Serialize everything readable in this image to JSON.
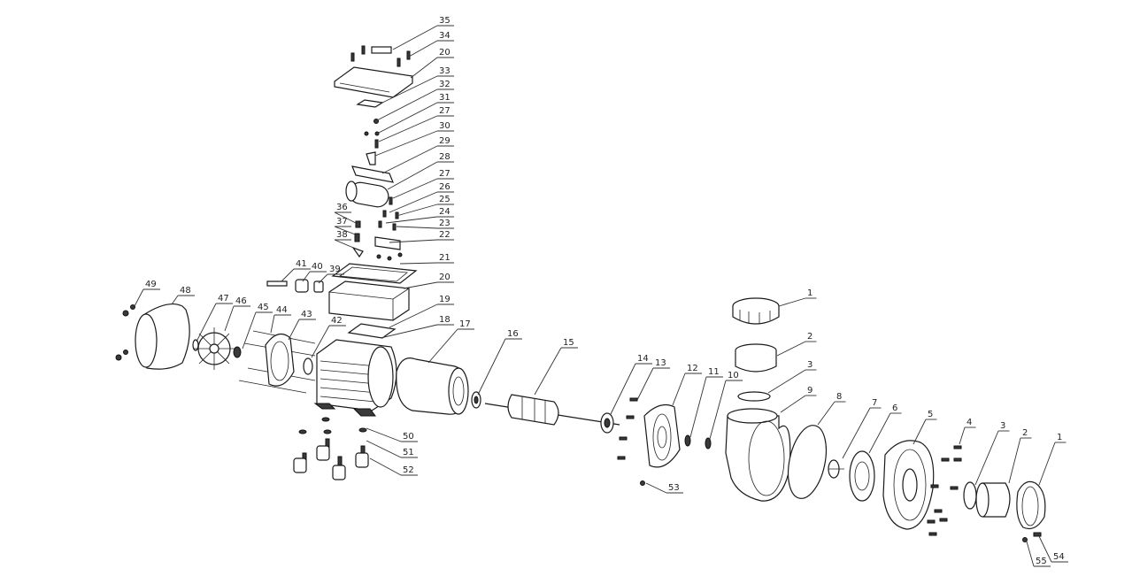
{
  "diagram": {
    "callouts": [
      "35",
      "34",
      "20",
      "33",
      "32",
      "31",
      "27",
      "30",
      "29",
      "28",
      "27",
      "26",
      "25",
      "24",
      "23",
      "22",
      "21",
      "20",
      "19",
      "18",
      "36",
      "37",
      "38",
      "41",
      "40",
      "39",
      "49",
      "48",
      "47",
      "46",
      "45",
      "44",
      "43",
      "42",
      "17",
      "16",
      "15",
      "14",
      "13",
      "12",
      "11",
      "10",
      "1",
      "2",
      "3",
      "9",
      "8",
      "7",
      "6",
      "5",
      "4",
      "3",
      "2",
      "1",
      "50",
      "51",
      "52",
      "53",
      "55",
      "54"
    ]
  }
}
